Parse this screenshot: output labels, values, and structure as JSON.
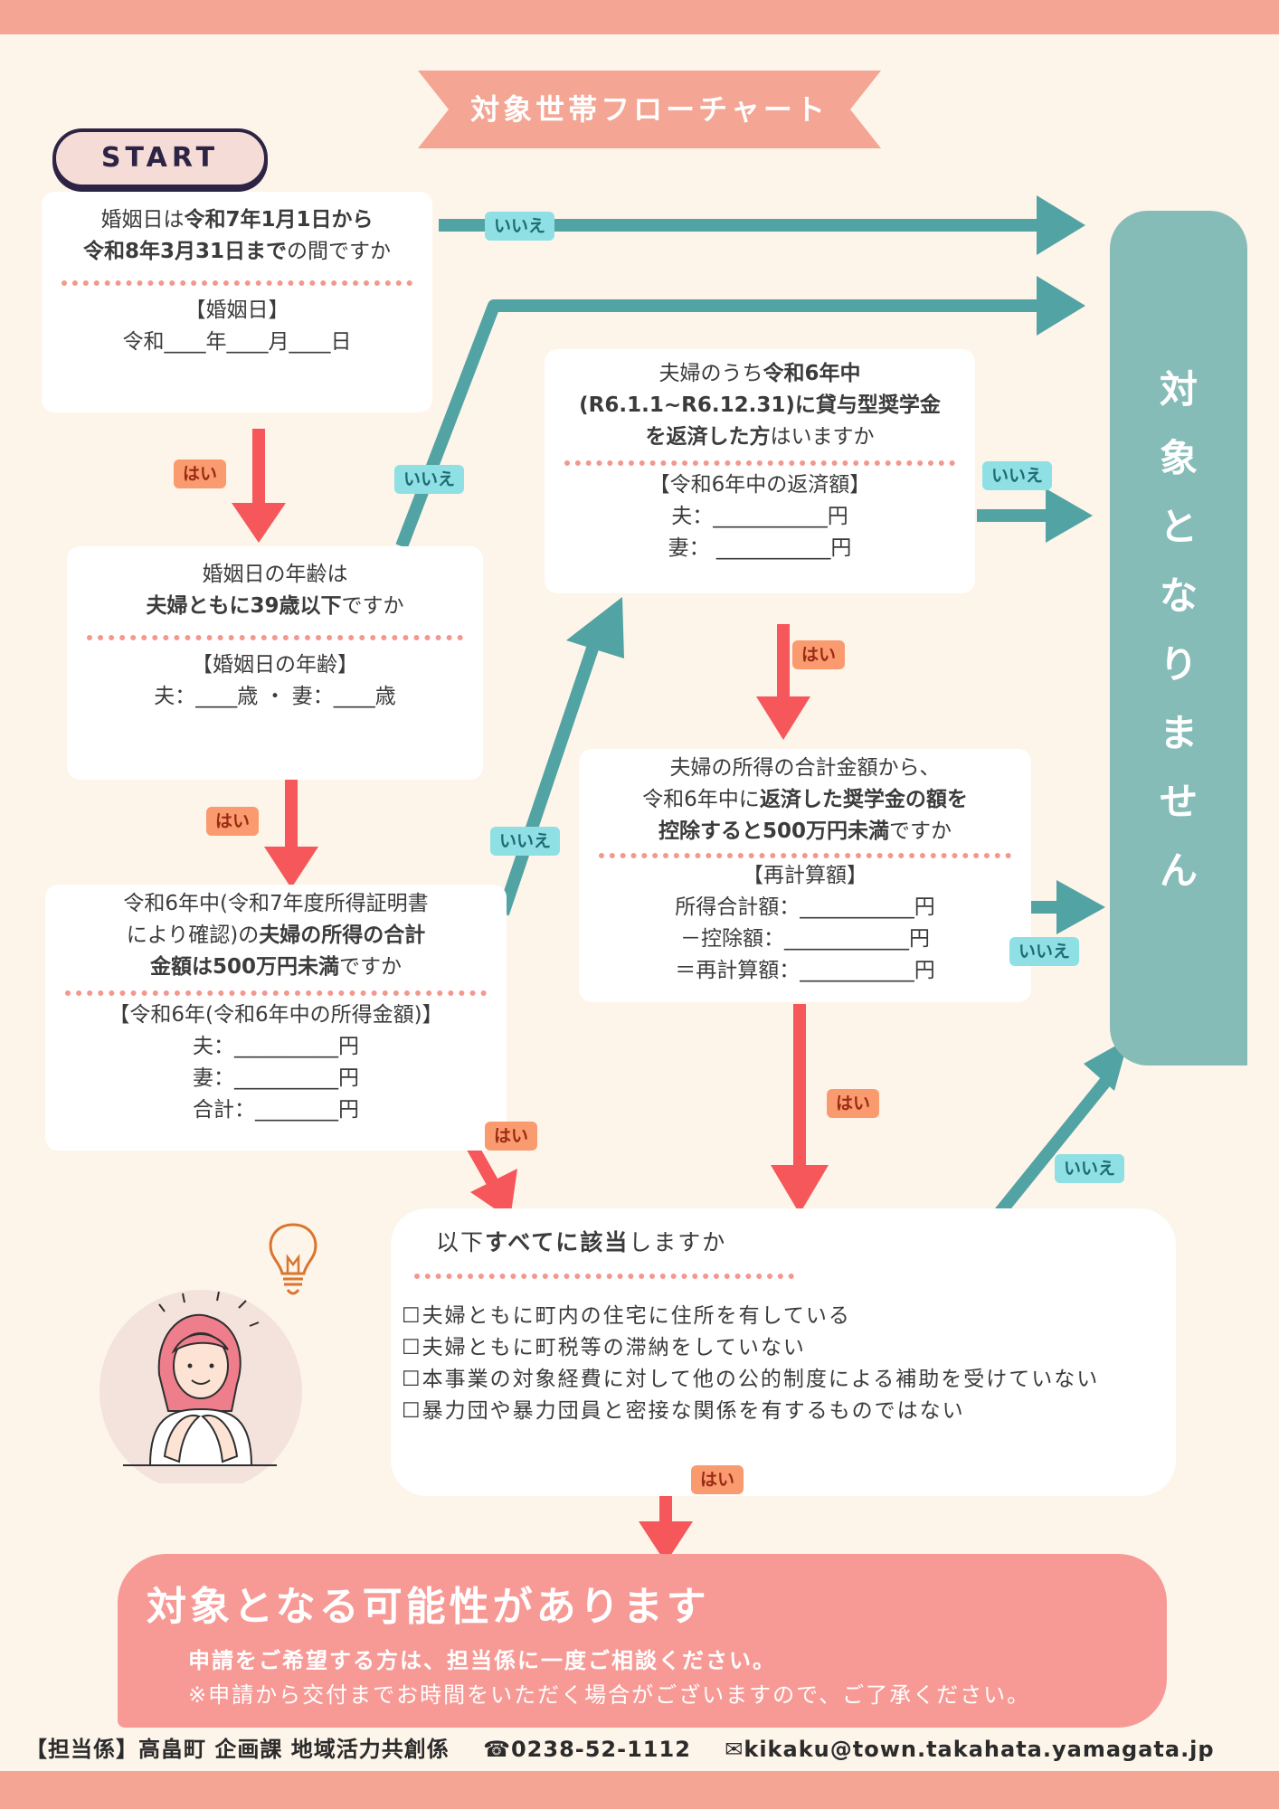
{
  "title": "対象世帯フローチャート",
  "start_label": "START",
  "q1": {
    "line1_pre": "婚姻日は",
    "line1_bold": "令和7年1月1日から",
    "line2_bold": "令和8年3月31日まで",
    "line2_post": "の間ですか",
    "field_title": "【婚姻日】",
    "field": "令和____年____月____日"
  },
  "q2": {
    "line1": "婚姻日の年齢は",
    "line2_bold": "夫婦ともに39歳以下",
    "line2_post": "ですか",
    "field_title": "【婚姻日の年齢】",
    "field": "夫：____歳 ・ 妻：____歳"
  },
  "q3": {
    "line1": "令和6年中(令和7年度所得証明書",
    "line2_pre": "により確認)の",
    "line2_bold": "夫婦の所得の合計",
    "line3_bold": "金額は500万円未満",
    "line3_post": "ですか",
    "field_title": "【令和6年(令和6年中の所得金額)】",
    "field_husband": "夫：__________円",
    "field_wife": "妻：__________円",
    "field_total": "合計：________円"
  },
  "q4": {
    "line1_pre": "夫婦のうち",
    "line1_bold": "令和6年中",
    "line2_bold": "(R6.1.1~R6.12.31)に貸与型奨学金",
    "line3_bold": "を返済した方",
    "line3_post": "はいますか",
    "field_title": "【令和6年中の返済額】",
    "field_husband": "夫：___________円",
    "field_wife": "妻： ___________円"
  },
  "q5": {
    "line1": "夫婦の所得の合計金額から、",
    "line2_pre": "令和6年中に",
    "line2_bold": "返済した奨学金の額を",
    "line3_bold": "控除すると500万円未満",
    "line3_post": "ですか",
    "field_title": "【再計算額】",
    "field_income": "所得合計額：___________円",
    "field_deduction": "－控除額：____________円",
    "field_recalc": "＝再計算額：___________円"
  },
  "q6": {
    "line_pre": "以下",
    "line_bold": "すべてに該当",
    "line_post": "しますか",
    "checks": [
      "☐夫婦ともに町内の住宅に住所を有している",
      "☐夫婦ともに町税等の滞納をしていない",
      "☐本事業の対象経費に対して他の公的制度による補助を受けていない",
      "☐暴力団や暴力団員と密接な関係を有するものではない"
    ]
  },
  "yes_label": "はい",
  "no_label": "いいえ",
  "not_eligible": [
    "対",
    "象",
    "と",
    "な",
    "り",
    "ま",
    "せ",
    "ん"
  ],
  "result": {
    "title": "対象となる可能性があります",
    "line1": "申請をご希望する方は、担当係に一度ご相談ください。",
    "line2": "※申請から交付までお時間をいただく場合がございますので、ご了承ください。"
  },
  "footer": {
    "dept": "【担当係】高畠町 企画課 地域活力共創係",
    "phone": "☎0238-52-1112",
    "email": "✉kikaku@town.takahata.yamagata.jp"
  },
  "colors": {
    "band": "#f4a594",
    "background": "#fdf4ea",
    "yes_arrow": "#f5575a",
    "no_arrow": "#52a3a3",
    "target_box": "#86bcb8",
    "result_box": "#f79a96"
  }
}
